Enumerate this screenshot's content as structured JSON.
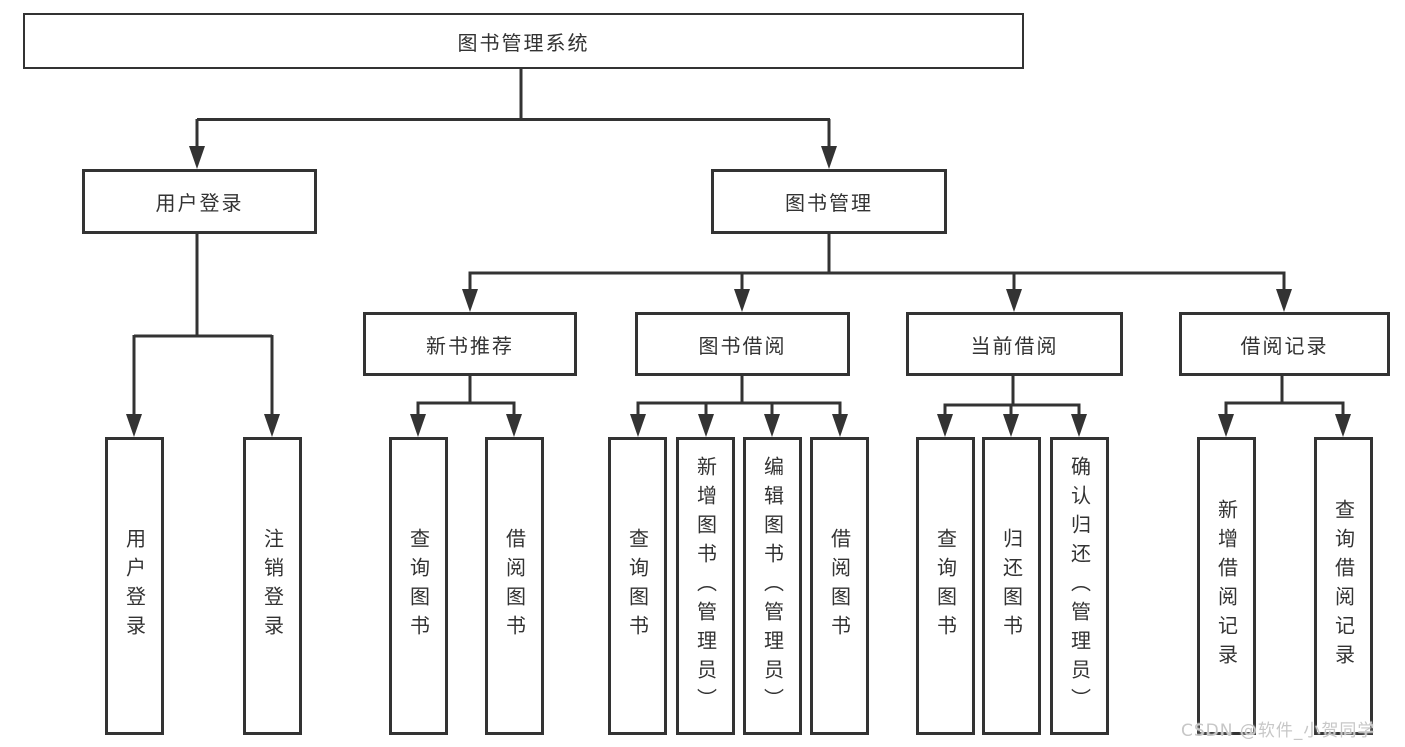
{
  "diagram": {
    "root": "图书管理系统",
    "level2": [
      "用户登录",
      "图书管理"
    ],
    "level3": [
      "新书推荐",
      "图书借阅",
      "当前借阅",
      "借阅记录"
    ],
    "leaves_user_login": [
      "用户登录",
      "注销登录"
    ],
    "leaves_new_books": [
      "查询图书",
      "借阅图书"
    ],
    "leaves_book_borrow": [
      "查询图书",
      "新增图书（管理员）",
      "编辑图书（管理员）",
      "借阅图书"
    ],
    "leaves_current_borrow": [
      "查询图书",
      "归还图书",
      "确认归还（管理员）"
    ],
    "leaves_borrow_records": [
      "新增借阅记录",
      "查询借阅记录"
    ]
  },
  "watermark": "CSDN @软件_小贺同学",
  "colors": {
    "line": "#333333",
    "text": "#333333",
    "background": "#ffffff",
    "watermark": "#c7c7c7"
  }
}
